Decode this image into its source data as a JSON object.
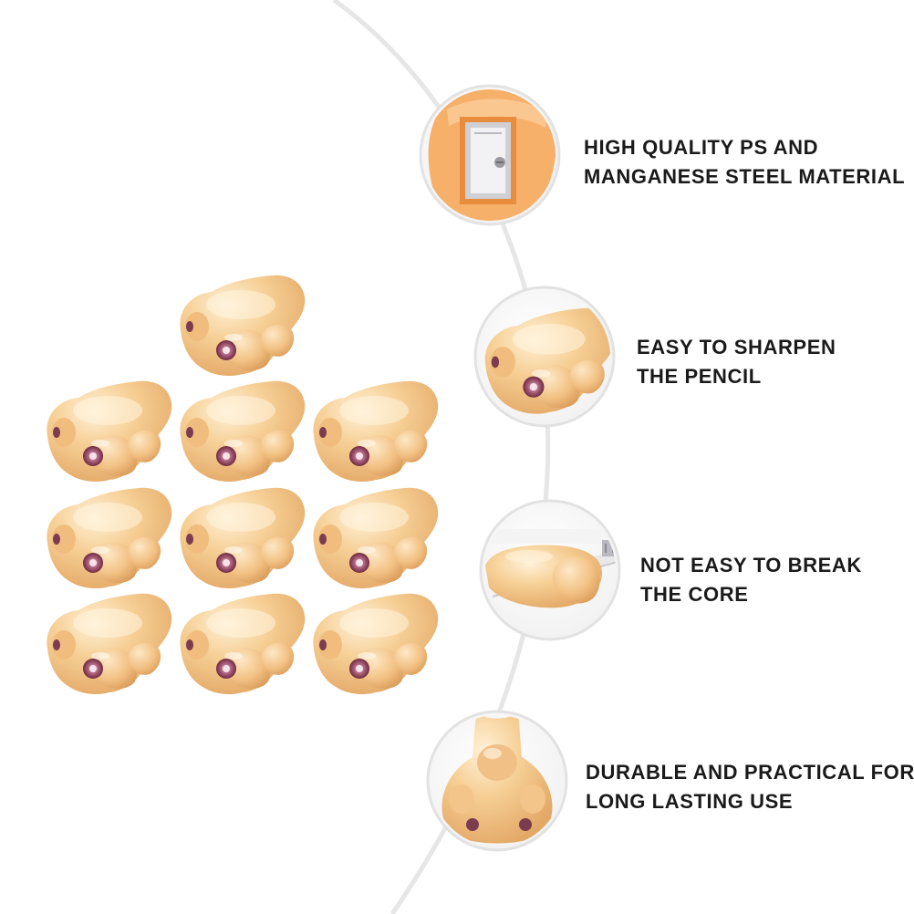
{
  "features": [
    {
      "line1": "HIGH QUALITY PS AND",
      "line2": "MANGANESE STEEL MATERIAL",
      "icon": "sharpener-blade-icon"
    },
    {
      "line1": "EASY TO SHARPEN",
      "line2": "THE PENCIL",
      "icon": "nose-side-view-icon"
    },
    {
      "line1": "NOT EASY TO BREAK",
      "line2": "THE CORE",
      "icon": "nose-pencil-icon"
    },
    {
      "line1": "DURABLE AND PRACTICAL FOR",
      "line2": "LONG LASTING USE",
      "icon": "nose-front-view-icon"
    }
  ],
  "product": {
    "count": 10
  },
  "colors": {
    "skin": "#f4c98c",
    "skin_light": "#fbe2b8",
    "skin_shadow": "#e0a968",
    "hole": "#8a3e56",
    "curve": "#e6e6e6",
    "text": "#1a1a1a"
  }
}
